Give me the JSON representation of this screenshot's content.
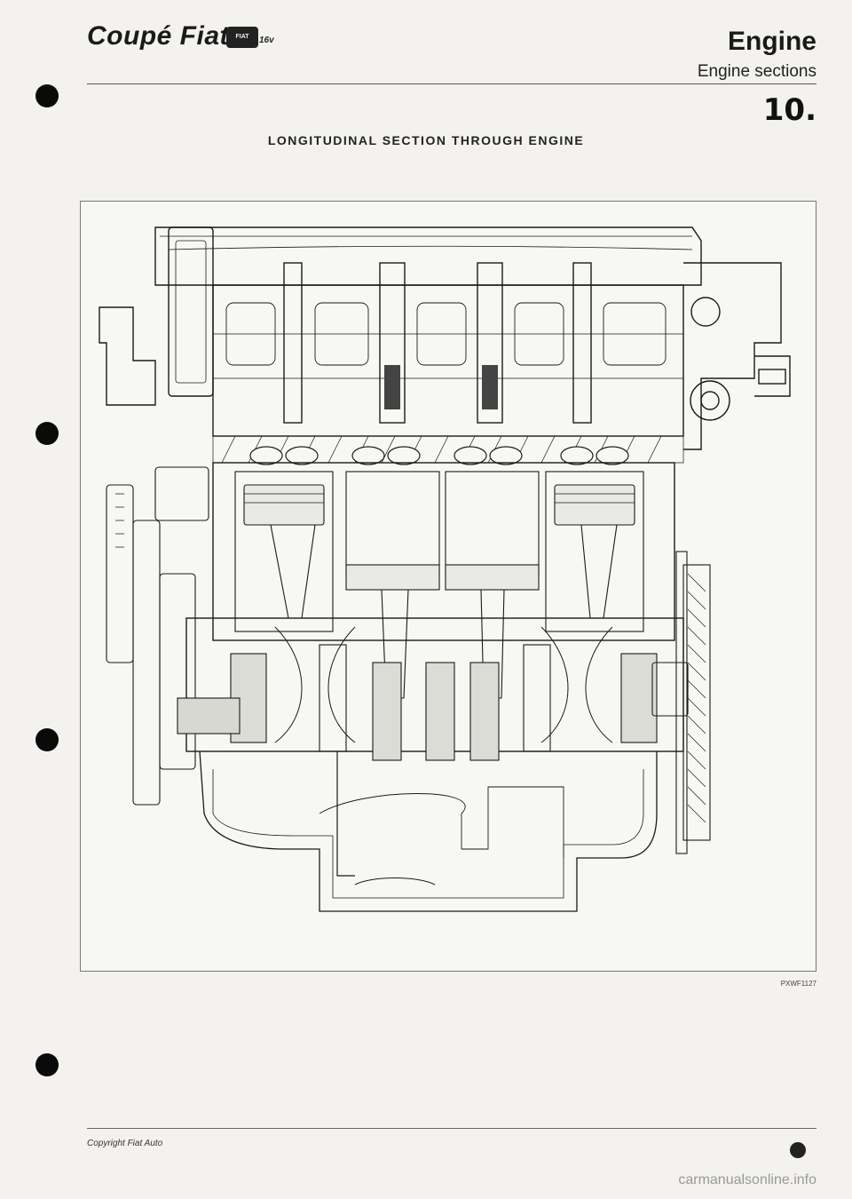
{
  "header": {
    "brand": "Coupé Fiat",
    "logo_badge": "FIAT",
    "logo_sub": "16v",
    "section_title": "Engine",
    "section_subtitle": "Engine sections",
    "section_number": "10."
  },
  "figure": {
    "caption": "LONGITUDINAL SECTION THROUGH ENGINE",
    "figure_code": "PXWF1127",
    "image_alt": "engine-longitudinal-section-drawing"
  },
  "footer": {
    "copyright": "Copyright Fiat Auto",
    "watermark": "carmanualsonline.info"
  },
  "binder_holes": 4,
  "colors": {
    "paper": "#f3f2ef",
    "ink": "#111111",
    "frame": "#777777"
  }
}
